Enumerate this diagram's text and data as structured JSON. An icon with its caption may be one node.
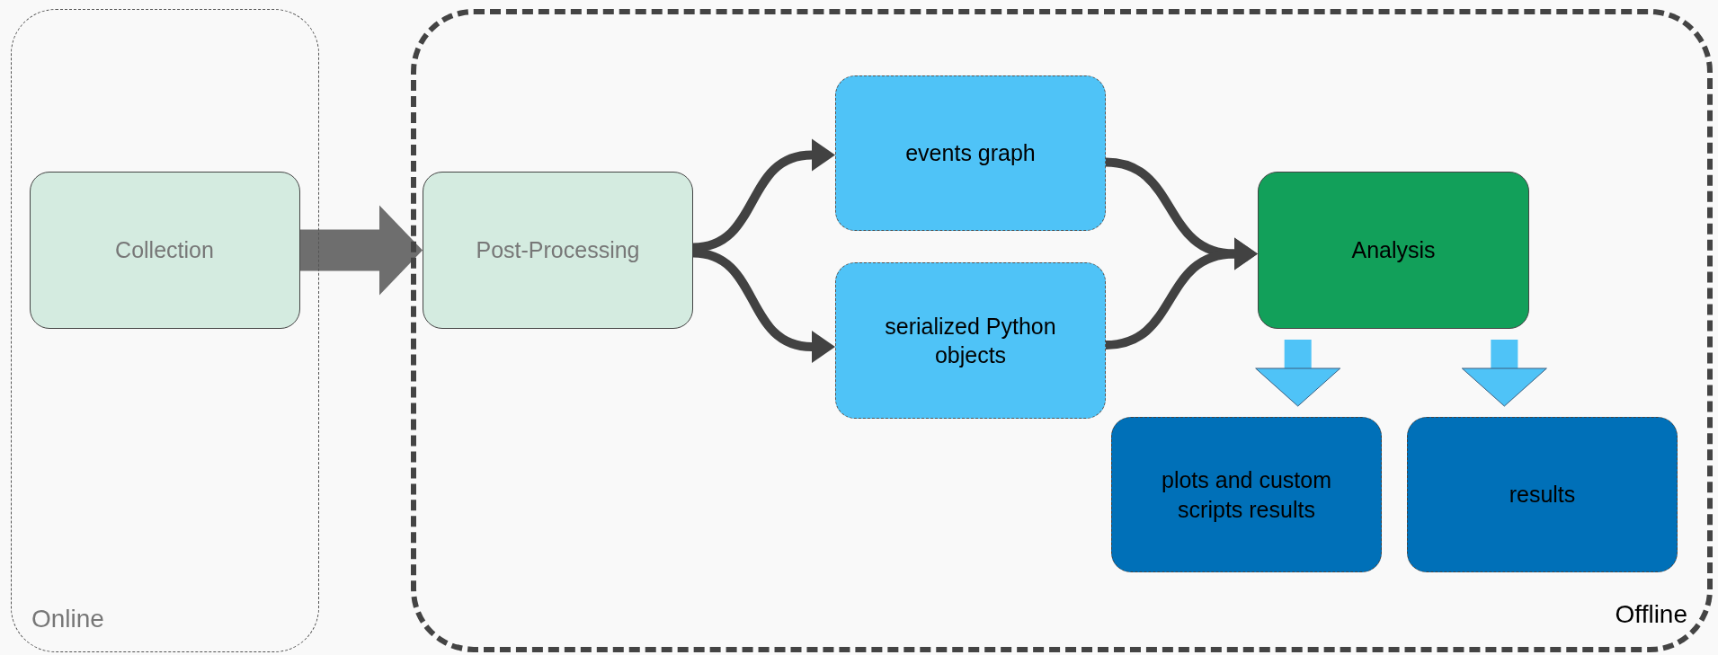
{
  "diagram": {
    "nodes": [
      {
        "text": [
          "Online"
        ]
      },
      {
        "text": [
          "Offline"
        ]
      },
      {
        "text": [
          "Collection"
        ],
        "in": 0
      },
      {
        "text": [
          "Post-Processing"
        ],
        "in": 1
      },
      {
        "text": [
          "events graph"
        ],
        "in": 1
      },
      {
        "text": [
          "serialized Python objects"
        ],
        "in": 1
      },
      {
        "text": [
          "Analysis"
        ],
        "in": 1
      },
      {
        "text": [
          "plots and custom scripts results"
        ],
        "in": 1
      },
      {
        "text": [
          "results"
        ],
        "in": 1
      }
    ],
    "edges": [
      {
        "from": 2,
        "to": 3,
        "arrow": "to",
        "style": "thick",
        "color": "#6e6e6e"
      },
      {
        "from": 3,
        "to": 4,
        "arrow": "to"
      },
      {
        "from": 3,
        "to": 5,
        "arrow": "to"
      },
      {
        "from": 4,
        "to": 6,
        "arrow": "to"
      },
      {
        "from": 5,
        "to": 6,
        "arrow": "to"
      },
      {
        "from": 6,
        "to": 7,
        "arrow": "to",
        "style": "thick",
        "color": "#4fc3f7"
      },
      {
        "from": 6,
        "to": 8,
        "arrow": "to",
        "style": "thick",
        "color": "#4fc3f7"
      }
    ]
  }
}
